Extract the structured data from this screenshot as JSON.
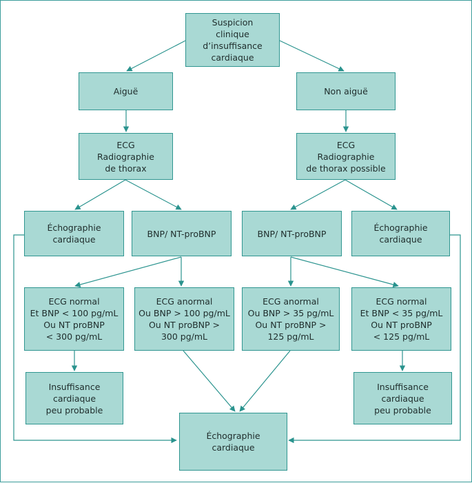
{
  "colors": {
    "box_fill": "#a9d9d4",
    "box_border": "#2f9590",
    "connector": "#2a938e",
    "frame": "#3b9c9a"
  },
  "nodes": {
    "suspicion": "Suspicion\nclinique\nd’insuffisance\ncardiaque",
    "aigue": "Aiguë",
    "non_aigue": "Non aiguë",
    "ecg_radio_left": "ECG\nRadiographie\nde thorax",
    "ecg_radio_right": "ECG\nRadiographie\nde thorax possible",
    "echo_left": "Échographie\ncardiaque",
    "bnp_left": "BNP/ NT-proBNP",
    "bnp_right": "BNP/ NT-proBNP",
    "echo_right": "Échographie\ncardiaque",
    "ecg_normal_left": "ECG normal\nEt BNP < 100 pg/mL\nOu NT proBNP\n< 300 pg/mL",
    "ecg_anormal_left": "ECG anormal\nOu BNP > 100 pg/mL\nOu NT proBNP >\n300 pg/mL",
    "ecg_anormal_right": "ECG anormal\nOu BNP > 35 pg/mL\nOu NT proBNP >\n125 pg/mL",
    "ecg_normal_right": "ECG normal\nEt BNP < 35 pg/mL\nOu NT proBNP\n< 125 pg/mL",
    "ic_peu_left": "Insuffisance\ncardiaque\npeu probable",
    "ic_peu_right": "Insuffisance\ncardiaque\npeu probable",
    "echo_final": "Échographie\ncardiaque"
  }
}
